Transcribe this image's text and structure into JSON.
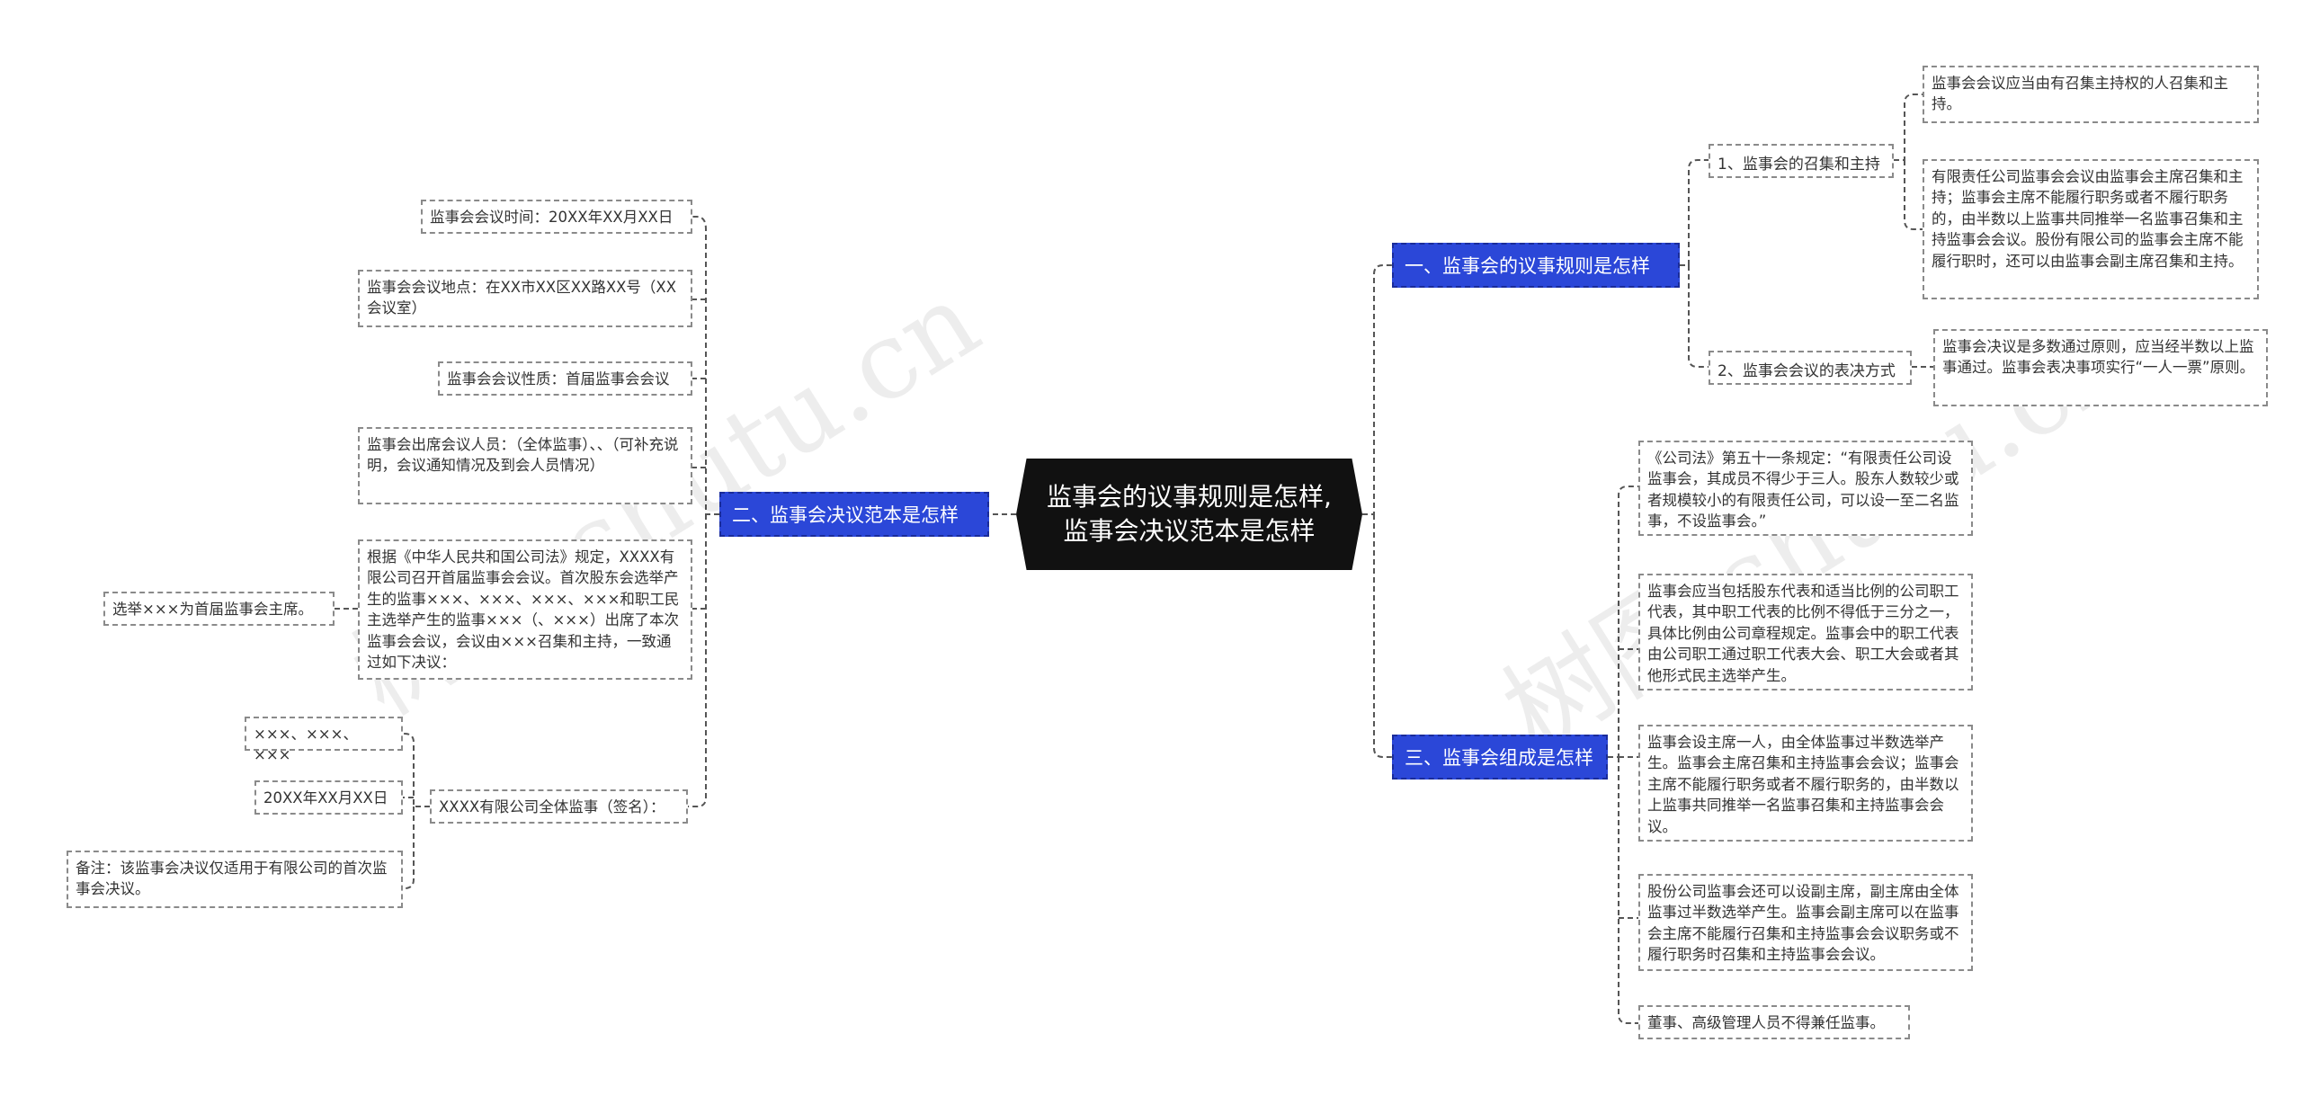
{
  "root": {
    "text": "监事会的议事规则是怎样,\n监事会决议范本是怎样"
  },
  "branches": {
    "b1": "一、监事会的议事规则是怎样",
    "b2": "二、监事会决议范本是怎样",
    "b3": "三、监事会组成是怎样"
  },
  "b1": {
    "sub1": "1、监事会的召集和主持",
    "sub1_leaf1": "监事会会议应当由有召集主持权的人召集和主持。",
    "sub1_leaf2": "有限责任公司监事会会议由监事会主席召集和主持；监事会主席不能履行职务或者不履行职务的，由半数以上监事共同推举一名监事召集和主持监事会会议。股份有限公司的监事会主席不能履行职时，还可以由监事会副主席召集和主持。",
    "sub2": "2、监事会会议的表决方式",
    "sub2_leaf": "监事会决议是多数通过原则，应当经半数以上监事通过。监事会表决事项实行“一人一票”原则。"
  },
  "b2": {
    "time": "监事会会议时间：20XX年XX月XX日",
    "place": "监事会会议地点：在XX市XX区XX路XX号（XX会议室）",
    "nature": "监事会会议性质：首届监事会会议",
    "attendees": "监事会出席会议人员：（全体监事）、、（可补充说明，会议通知情况及到会人员情况）",
    "basis": "根据《中华人民共和国公司法》规定，XXXX有限公司召开首届监事会会议。首次股东会选举产生的监事×××、×××、×××、×××和职工民主选举产生的监事×××（、×××）出席了本次监事会会议，会议由×××召集和主持，一致通过如下决议：",
    "elect": "选举×××为首届监事会主席。",
    "sign": "XXXX有限公司全体监事（签名）：",
    "names": "×××、×××、×××",
    "date": "20XX年XX月XX日",
    "note": "备注：该监事会决议仅适用于有限公司的首次监事会决议。"
  },
  "b3": {
    "leaf1": "《公司法》第五十一条规定：“有限责任公司设监事会，其成员不得少于三人。股东人数较少或者规模较小的有限责任公司，可以设一至二名监事，不设监事会。”",
    "leaf2": "监事会应当包括股东代表和适当比例的公司职工代表，其中职工代表的比例不得低于三分之一，具体比例由公司章程规定。监事会中的职工代表由公司职工通过职工代表大会、职工大会或者其他形式民主选举产生。",
    "leaf3": "监事会设主席一人，由全体监事过半数选举产生。监事会主席召集和主持监事会会议；监事会主席不能履行职务或者不履行职务的，由半数以上监事共同推举一名监事召集和主持监事会会议。",
    "leaf4": "股份公司监事会还可以设副主席，副主席由全体监事过半数选举产生。监事会副主席可以在监事会主席不能履行召集和主持监事会会议职务或不履行职务时召集和主持监事会会议。",
    "leaf5": "董事、高级管理人员不得兼任监事。"
  },
  "watermarks": [
    "树图 shutu.cn",
    "树图 shutu.cn"
  ],
  "colors": {
    "branch": "#2b47d8",
    "root": "#111111",
    "line": "#555555"
  }
}
